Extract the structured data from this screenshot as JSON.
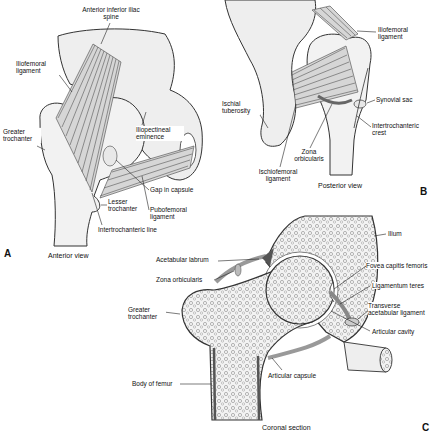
{
  "diagram": {
    "labels": [
      "Anterior inferior iliac spine",
      "Iliofemoral ligament",
      "Greater trochanter",
      "Iliopectineal eminence",
      "Gap in capsule",
      "Pubofemoral ligament",
      "Lesser trochanter",
      "Intertrochanteric line",
      "A",
      "Anterior view",
      "Iliofemoral ligament",
      "Ischial tuberosity",
      "Synovial sac",
      "Intertrochanteric crest",
      "Zona orbicularis",
      "Ischiofemoral ligament",
      "Posterior view",
      "B",
      "Ilium",
      "Acetabular labrum",
      "Fovea capitis femoris",
      "Zona orbicularis",
      "Ligamentum teres",
      "Greater trochanter",
      "Transverse acetabular ligament",
      "Articular cavity",
      "Body of femur",
      "Articular capsule",
      "Coronal section",
      "C"
    ]
  }
}
